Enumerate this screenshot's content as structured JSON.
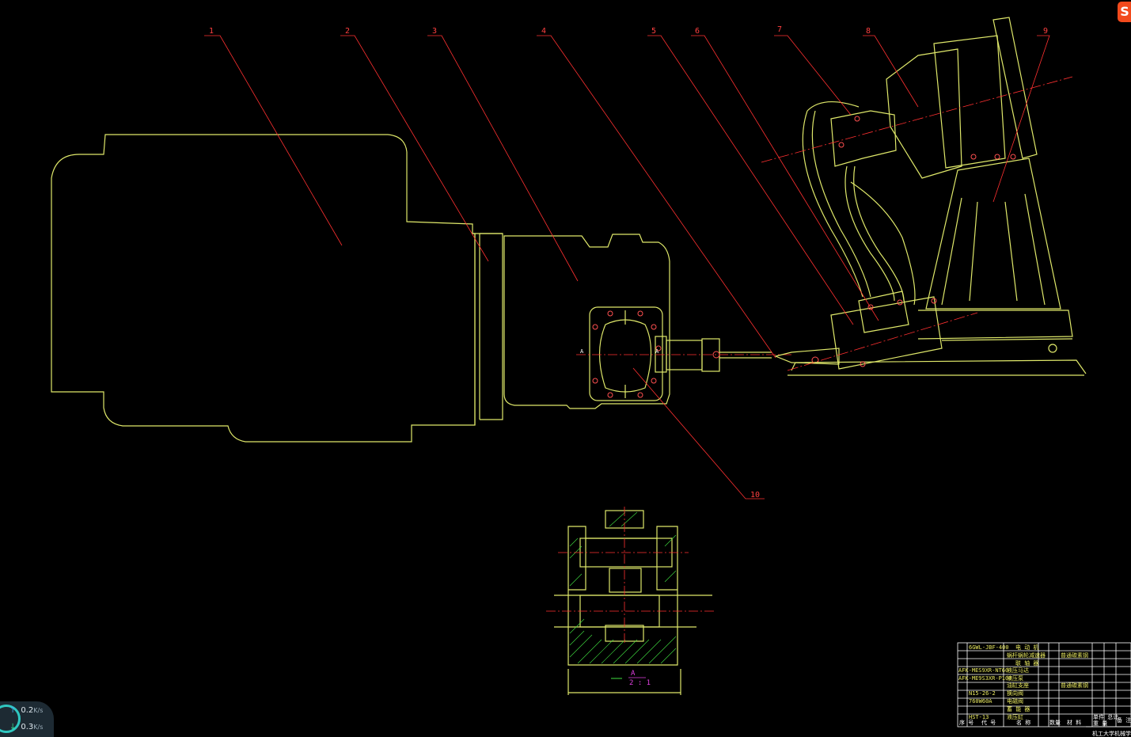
{
  "drawing": {
    "part_labels": [
      "1",
      "2",
      "3",
      "4",
      "5",
      "6",
      "7",
      "8",
      "9",
      "10"
    ],
    "section_marks": [
      "A",
      "A"
    ],
    "section_view": {
      "label": "A",
      "scale": "2 : 1"
    }
  },
  "title_block": {
    "rows": [
      [
        "6GWL-JBF-400",
        "电 动 机"
      ],
      [
        "",
        "蜗杆蜗轮减速器"
      ],
      [
        "",
        "联 轴 器"
      ],
      [
        "AFK-MES9XR-NT60",
        "液压马达"
      ],
      [
        "AFK-ME9S3XR-P100",
        "液压泵"
      ],
      [
        "",
        "油缸支座"
      ],
      [
        "N15-26-2",
        "换向阀"
      ],
      [
        "760W60A",
        "电磁阀"
      ],
      [
        "",
        "蓄 能 器"
      ],
      [
        "HST-13",
        "液压缸"
      ]
    ],
    "right_notes": [
      "普通碳素钢",
      "普通碳素钢"
    ],
    "footer": [
      "序 号",
      "代 号",
      "名 称",
      "数量",
      "材 料",
      "单件 总计",
      "重 量",
      "备 注"
    ],
    "company": "机工大学机械学院"
  },
  "status_widget": {
    "upload": "0.2",
    "download": "0.3",
    "unit": "K/s"
  },
  "colors": {
    "outline": "#dfe86a",
    "leader": "#ff3030",
    "green": "#40e040",
    "magenta": "#e040e0",
    "white": "#ffffff"
  },
  "icons": [
    "upload-arrow-icon",
    "download-arrow-icon",
    "sogou-logo-icon"
  ]
}
